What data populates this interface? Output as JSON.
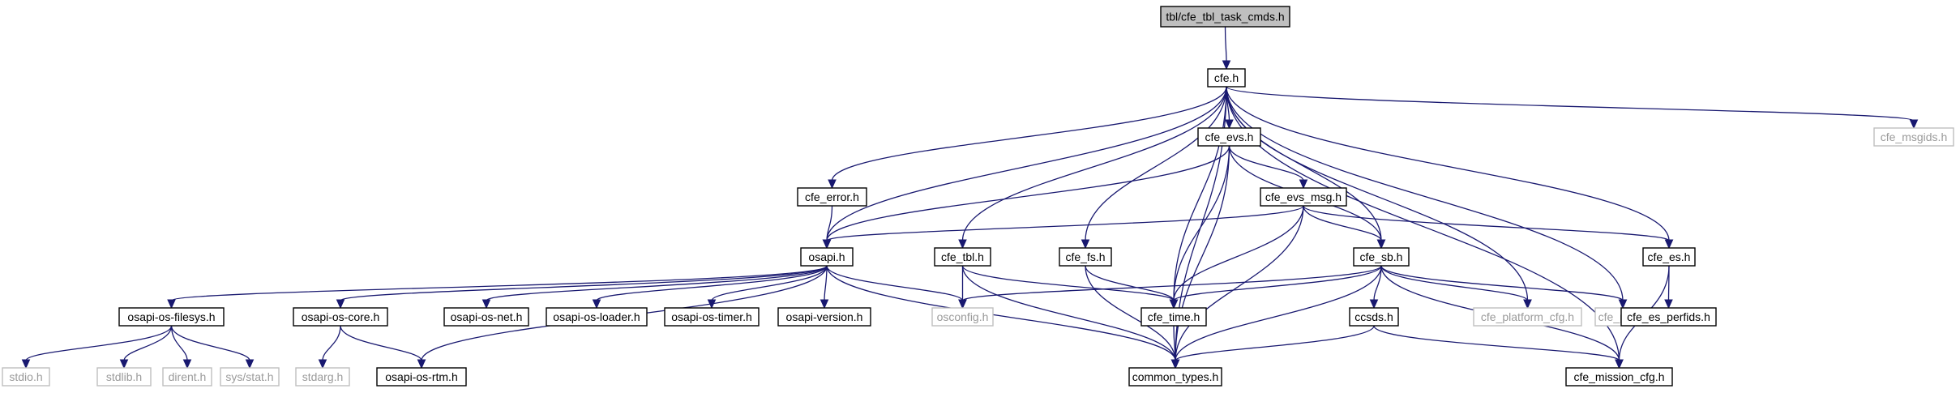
{
  "diagram": {
    "title": "tbl/cfe_tbl_task_cmds.h",
    "colors": {
      "edge": "#191970",
      "node_border": "#000000",
      "missing_border": "#bfbfbf",
      "root_fill": "#bfbfbf",
      "missing_text": "#9a9a9a"
    },
    "nodes": [
      {
        "id": "root",
        "label": "tbl/cfe_tbl_task_cmds.h",
        "style": "root"
      },
      {
        "id": "cfe",
        "label": "cfe.h",
        "style": "normal"
      },
      {
        "id": "cfe_evs",
        "label": "cfe_evs.h",
        "style": "normal"
      },
      {
        "id": "cfe_msgids",
        "label": "cfe_msgids.h",
        "style": "missing"
      },
      {
        "id": "cfe_error",
        "label": "cfe_error.h",
        "style": "normal"
      },
      {
        "id": "cfe_evs_msg",
        "label": "cfe_evs_msg.h",
        "style": "normal"
      },
      {
        "id": "osapi",
        "label": "osapi.h",
        "style": "normal"
      },
      {
        "id": "cfe_tbl",
        "label": "cfe_tbl.h",
        "style": "normal"
      },
      {
        "id": "cfe_fs",
        "label": "cfe_fs.h",
        "style": "normal"
      },
      {
        "id": "cfe_sb",
        "label": "cfe_sb.h",
        "style": "normal"
      },
      {
        "id": "cfe_es",
        "label": "cfe_es.h",
        "style": "normal"
      },
      {
        "id": "osapi_os_filesys",
        "label": "osapi-os-filesys.h",
        "style": "normal"
      },
      {
        "id": "osapi_os_core",
        "label": "osapi-os-core.h",
        "style": "normal"
      },
      {
        "id": "osapi_os_net",
        "label": "osapi-os-net.h",
        "style": "normal"
      },
      {
        "id": "osapi_os_loader",
        "label": "osapi-os-loader.h",
        "style": "normal"
      },
      {
        "id": "osapi_os_timer",
        "label": "osapi-os-timer.h",
        "style": "normal"
      },
      {
        "id": "osapi_version",
        "label": "osapi-version.h",
        "style": "normal"
      },
      {
        "id": "osconfig",
        "label": "osconfig.h",
        "style": "missing"
      },
      {
        "id": "cfe_time",
        "label": "cfe_time.h",
        "style": "normal"
      },
      {
        "id": "ccsds",
        "label": "ccsds.h",
        "style": "normal"
      },
      {
        "id": "cfe_platform_cfg",
        "label": "cfe_platform_cfg.h",
        "style": "missing"
      },
      {
        "id": "cfe_psp",
        "label": "cfe_psp.h",
        "style": "missing"
      },
      {
        "id": "cfe_es_perfids",
        "label": "cfe_es_perfids.h",
        "style": "normal"
      },
      {
        "id": "stdio",
        "label": "stdio.h",
        "style": "missing"
      },
      {
        "id": "stdlib",
        "label": "stdlib.h",
        "style": "missing"
      },
      {
        "id": "dirent",
        "label": "dirent.h",
        "style": "missing"
      },
      {
        "id": "sys_stat",
        "label": "sys/stat.h",
        "style": "missing"
      },
      {
        "id": "stdarg",
        "label": "stdarg.h",
        "style": "missing"
      },
      {
        "id": "osapi_os_rtm",
        "label": "osapi-os-rtm.h",
        "style": "normal"
      },
      {
        "id": "common_types",
        "label": "common_types.h",
        "style": "normal"
      },
      {
        "id": "cfe_mission_cfg",
        "label": "cfe_mission_cfg.h",
        "style": "normal"
      }
    ],
    "edges": [
      [
        "root",
        "cfe"
      ],
      [
        "cfe",
        "cfe_evs"
      ],
      [
        "cfe",
        "cfe_msgids"
      ],
      [
        "cfe",
        "cfe_error"
      ],
      [
        "cfe",
        "osapi"
      ],
      [
        "cfe",
        "cfe_tbl"
      ],
      [
        "cfe",
        "cfe_fs"
      ],
      [
        "cfe",
        "cfe_sb"
      ],
      [
        "cfe",
        "cfe_es"
      ],
      [
        "cfe",
        "cfe_time"
      ],
      [
        "cfe",
        "common_types"
      ],
      [
        "cfe",
        "cfe_platform_cfg"
      ],
      [
        "cfe",
        "cfe_psp"
      ],
      [
        "cfe",
        "cfe_mission_cfg"
      ],
      [
        "cfe_evs",
        "cfe_evs_msg"
      ],
      [
        "cfe_evs",
        "osapi"
      ],
      [
        "cfe_evs",
        "cfe_sb"
      ],
      [
        "cfe_evs",
        "cfe_time"
      ],
      [
        "cfe_evs",
        "common_types"
      ],
      [
        "cfe_error",
        "osapi"
      ],
      [
        "cfe_evs_msg",
        "osapi"
      ],
      [
        "cfe_evs_msg",
        "cfe_sb"
      ],
      [
        "cfe_evs_msg",
        "cfe_es"
      ],
      [
        "cfe_evs_msg",
        "cfe_time"
      ],
      [
        "cfe_evs_msg",
        "common_types"
      ],
      [
        "osapi",
        "osapi_os_filesys"
      ],
      [
        "osapi",
        "osapi_os_core"
      ],
      [
        "osapi",
        "osapi_os_net"
      ],
      [
        "osapi",
        "osapi_os_loader"
      ],
      [
        "osapi",
        "osapi_os_timer"
      ],
      [
        "osapi",
        "osapi_version"
      ],
      [
        "osapi",
        "osconfig"
      ],
      [
        "osapi",
        "osapi_os_rtm"
      ],
      [
        "osapi",
        "common_types"
      ],
      [
        "cfe_tbl",
        "osconfig"
      ],
      [
        "cfe_tbl",
        "cfe_time"
      ],
      [
        "cfe_tbl",
        "common_types"
      ],
      [
        "cfe_fs",
        "cfe_time"
      ],
      [
        "cfe_fs",
        "common_types"
      ],
      [
        "cfe_sb",
        "osconfig"
      ],
      [
        "cfe_sb",
        "cfe_time"
      ],
      [
        "cfe_sb",
        "ccsds"
      ],
      [
        "cfe_sb",
        "cfe_platform_cfg"
      ],
      [
        "cfe_sb",
        "cfe_psp"
      ],
      [
        "cfe_sb",
        "common_types"
      ],
      [
        "cfe_sb",
        "cfe_mission_cfg"
      ],
      [
        "cfe_es",
        "cfe_es_perfids"
      ],
      [
        "cfe_es",
        "cfe_mission_cfg"
      ],
      [
        "osapi_os_filesys",
        "stdio"
      ],
      [
        "osapi_os_filesys",
        "stdlib"
      ],
      [
        "osapi_os_filesys",
        "dirent"
      ],
      [
        "osapi_os_filesys",
        "sys_stat"
      ],
      [
        "osapi_os_core",
        "stdarg"
      ],
      [
        "osapi_os_core",
        "osapi_os_rtm"
      ],
      [
        "cfe_time",
        "common_types"
      ],
      [
        "ccsds",
        "common_types"
      ],
      [
        "ccsds",
        "cfe_mission_cfg"
      ]
    ]
  }
}
